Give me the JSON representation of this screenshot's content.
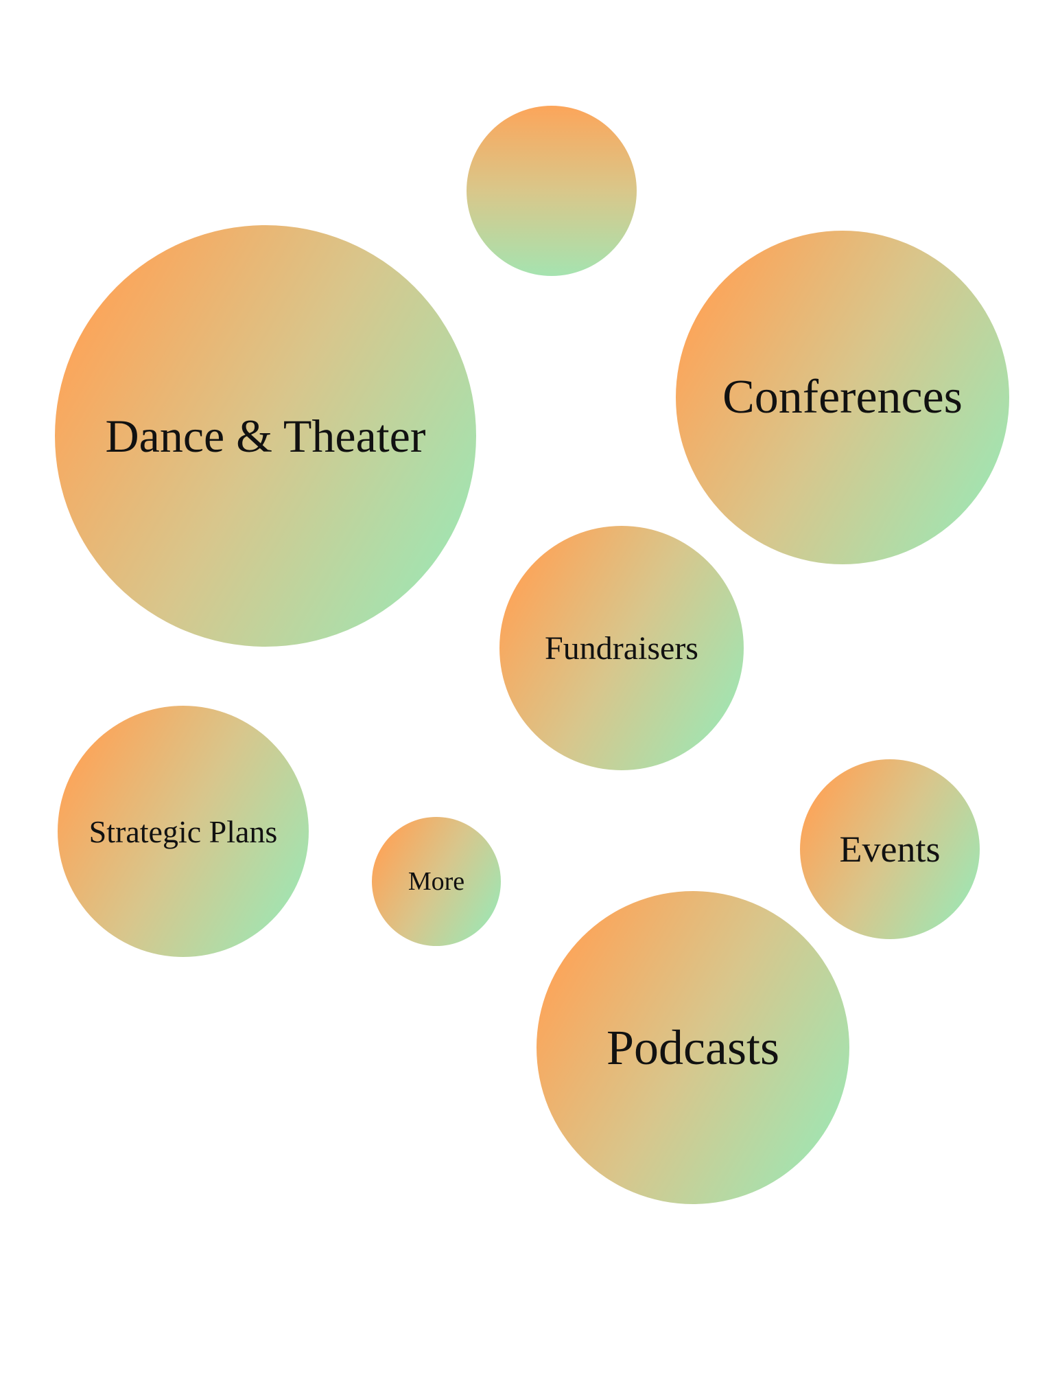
{
  "palette": {
    "gradient_start": "#fca55a",
    "gradient_mid": "#d9c78a",
    "gradient_end": "#a5e3b0",
    "text": "#111111",
    "background": "#ffffff"
  },
  "bubbles": {
    "top": {
      "label": ""
    },
    "dance_theater": {
      "label": "Dance & Theater"
    },
    "conferences": {
      "label": "Conferences"
    },
    "fundraisers": {
      "label": "Fundraisers"
    },
    "strategic_plans": {
      "label": "Strategic Plans"
    },
    "events": {
      "label": "Events"
    },
    "more": {
      "label": "More"
    },
    "podcasts": {
      "label": "Podcasts"
    }
  }
}
